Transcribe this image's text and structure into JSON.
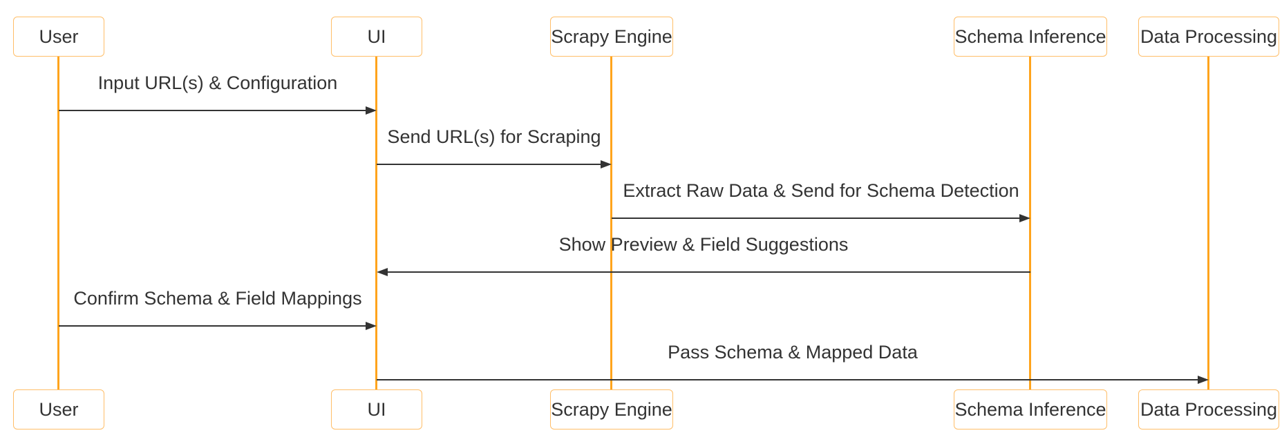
{
  "diagram": {
    "kind": "sequence-diagram",
    "actors": [
      {
        "id": "user",
        "label": "User"
      },
      {
        "id": "ui",
        "label": "UI"
      },
      {
        "id": "scrapy-engine",
        "label": "Scrapy Engine"
      },
      {
        "id": "schema-inference",
        "label": "Schema Inference"
      },
      {
        "id": "data-processing",
        "label": "Data Processing"
      }
    ],
    "messages": [
      {
        "from": "User",
        "to": "UI",
        "direction": "right",
        "label": "Input URL(s) & Configuration"
      },
      {
        "from": "UI",
        "to": "Scrapy Engine",
        "direction": "right",
        "label": "Send URL(s) for Scraping"
      },
      {
        "from": "Scrapy Engine",
        "to": "Schema Inference",
        "direction": "right",
        "label": "Extract Raw Data & Send for Schema Detection"
      },
      {
        "from": "Schema Inference",
        "to": "UI",
        "direction": "left",
        "label": "Show Preview & Field Suggestions"
      },
      {
        "from": "User",
        "to": "UI",
        "direction": "right",
        "label": "Confirm Schema & Field Mappings"
      },
      {
        "from": "UI",
        "to": "Data Processing",
        "direction": "right",
        "label": "Pass Schema & Mapped Data"
      }
    ],
    "colors": {
      "actor_border": "#ffbe68",
      "lifeline": "#ffa41c",
      "message_text": "#333333",
      "arrow": "#333333",
      "actor_fill": "#ffffff",
      "background": "#ffffff"
    }
  }
}
